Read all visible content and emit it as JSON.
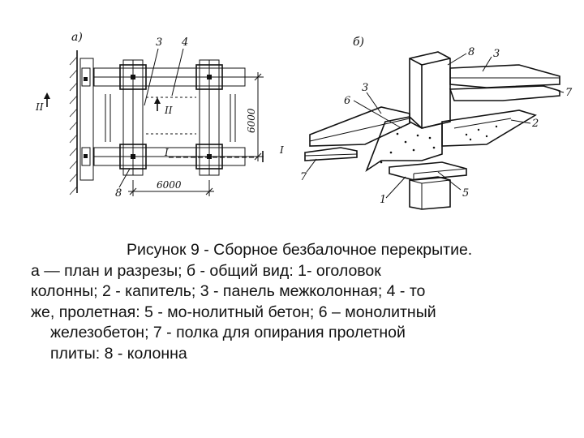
{
  "figure": {
    "panel_a_label": "а)",
    "panel_b_label": "б)",
    "plan_labels": {
      "n3": "3",
      "n4": "4",
      "n8": "8",
      "section_I_left": "I",
      "section_I_right": "I",
      "section_II_left": "II",
      "section_II_mid": "II",
      "dim_horizontal": "6000",
      "dim_vertical": "6000"
    },
    "view_labels": {
      "n8": "8",
      "n3_top": "3",
      "n7_right": "7",
      "n6": "6",
      "n3_mid": "3",
      "n2": "2",
      "n7_left": "7",
      "n5": "5",
      "n1": "1"
    }
  },
  "caption": {
    "line1": "Рисунок 9 - Сборное безбалочное перекрытие.",
    "line2": "а — план и разрезы; б - общий вид: 1- оголовок",
    "line3": "колонны; 2 - капитель; 3 - панель межколонная; 4 - то",
    "line4": "же, пролетная: 5 - мо-нолитный бетон; 6 – монолитный",
    "line5": "железобетон; 7 - полка для опирания пролетной",
    "line6": "плиты: 8 - колонна"
  }
}
